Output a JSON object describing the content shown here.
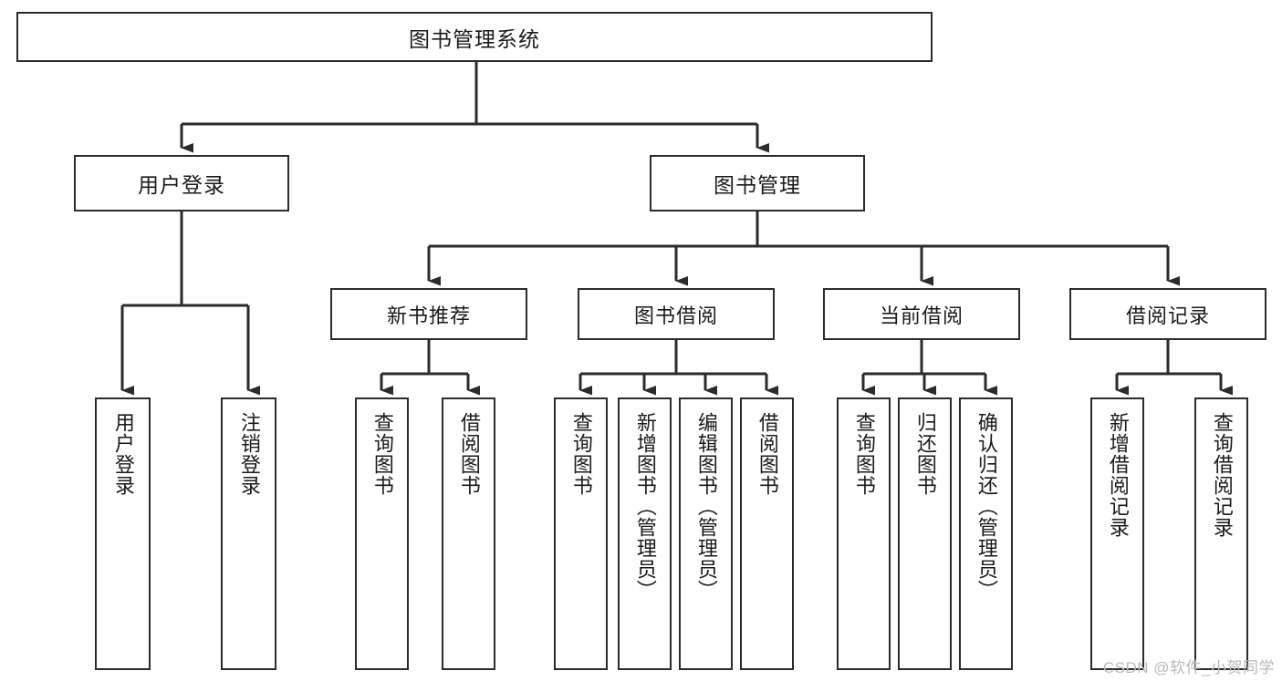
{
  "diagram": {
    "title": "图书管理系统",
    "watermark": "CSDN @软件_小贺同学",
    "root": {
      "label": "图书管理系统"
    },
    "level1": [
      {
        "label": "用户登录"
      },
      {
        "label": "图书管理"
      }
    ],
    "level2": [
      {
        "label": "新书推荐"
      },
      {
        "label": "图书借阅"
      },
      {
        "label": "当前借阅"
      },
      {
        "label": "借阅记录"
      }
    ],
    "leaves": [
      {
        "label": "用户登录"
      },
      {
        "label": "注销登录"
      },
      {
        "label": "查询图书"
      },
      {
        "label": "借阅图书"
      },
      {
        "label": "查询图书"
      },
      {
        "label": "新增图书（管理员）"
      },
      {
        "label": "编辑图书（管理员）"
      },
      {
        "label": "借阅图书"
      },
      {
        "label": "查询图书"
      },
      {
        "label": "归还图书"
      },
      {
        "label": "确认归还（管理员）"
      },
      {
        "label": "新增借阅记录"
      },
      {
        "label": "查询借阅记录"
      }
    ]
  },
  "colors": {
    "stroke": "#2b2b2b",
    "fill": "#ffffff",
    "text": "#1a1a1a",
    "watermark": "#b9b9b9"
  }
}
